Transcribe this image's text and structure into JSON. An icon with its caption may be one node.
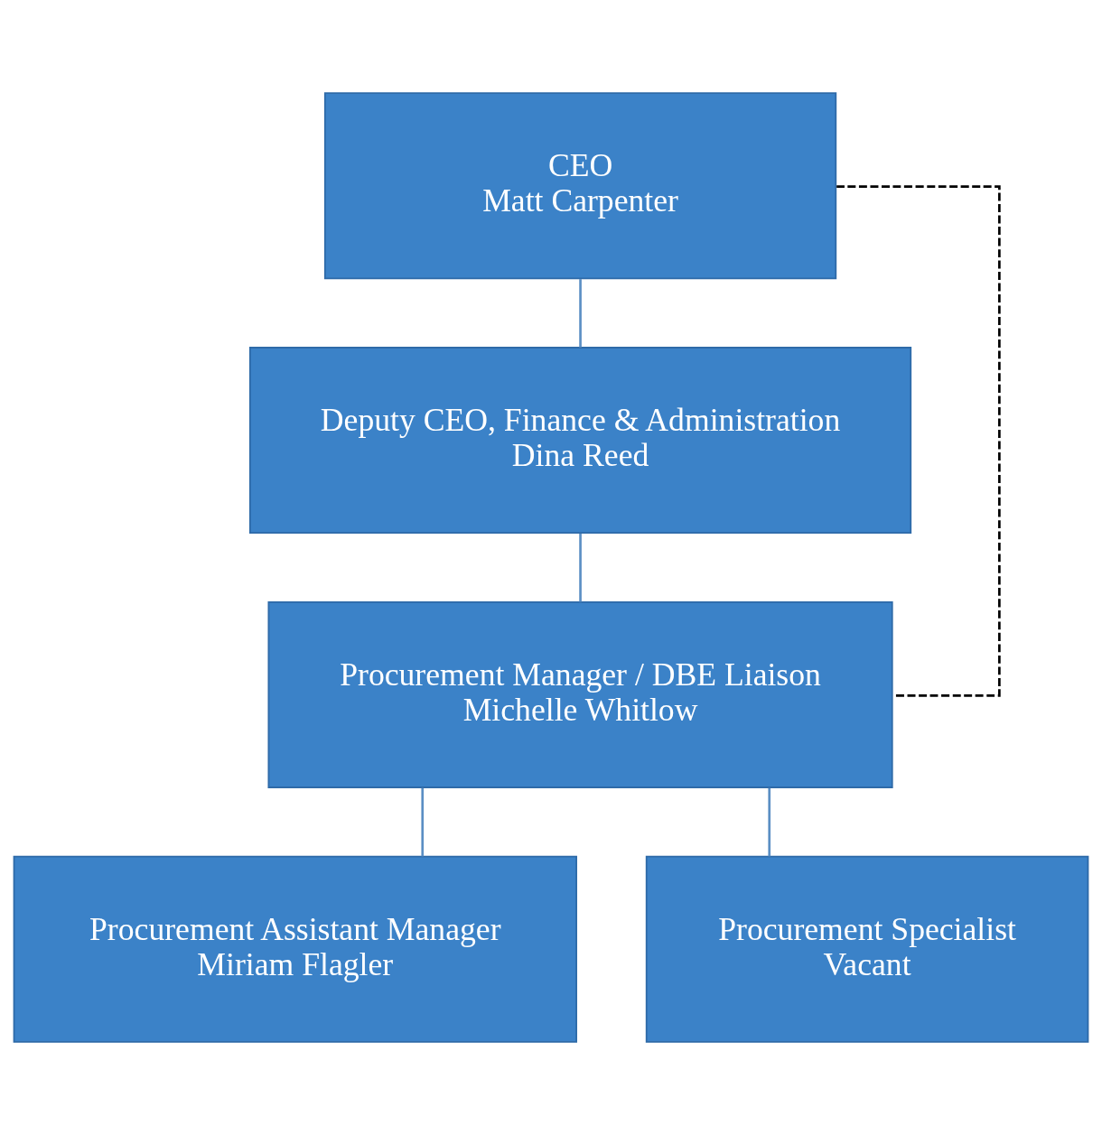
{
  "diagram": {
    "nodes": [
      {
        "text": [
          "CEO",
          "Matt Carpenter"
        ]
      },
      {
        "text": [
          "Deputy CEO, Finance & Administration",
          "Dina Reed"
        ]
      },
      {
        "text": [
          "Procurement Manager / DBE Liaison",
          "Michelle Whitlow"
        ]
      },
      {
        "text": [
          "Procurement Assistant Manager",
          "Miriam Flagler"
        ]
      },
      {
        "text": [
          "Procurement Specialist",
          "Vacant"
        ]
      }
    ],
    "edges": [
      {
        "from": 0,
        "to": 1,
        "arrow": "none"
      },
      {
        "from": 1,
        "to": 2,
        "arrow": "none"
      },
      {
        "from": 2,
        "to": 3,
        "arrow": "none"
      },
      {
        "from": 2,
        "to": 4,
        "arrow": "none"
      },
      {
        "from": 0,
        "to": 2,
        "arrow": "none",
        "style": "dashed",
        "color": "#000000"
      }
    ]
  }
}
